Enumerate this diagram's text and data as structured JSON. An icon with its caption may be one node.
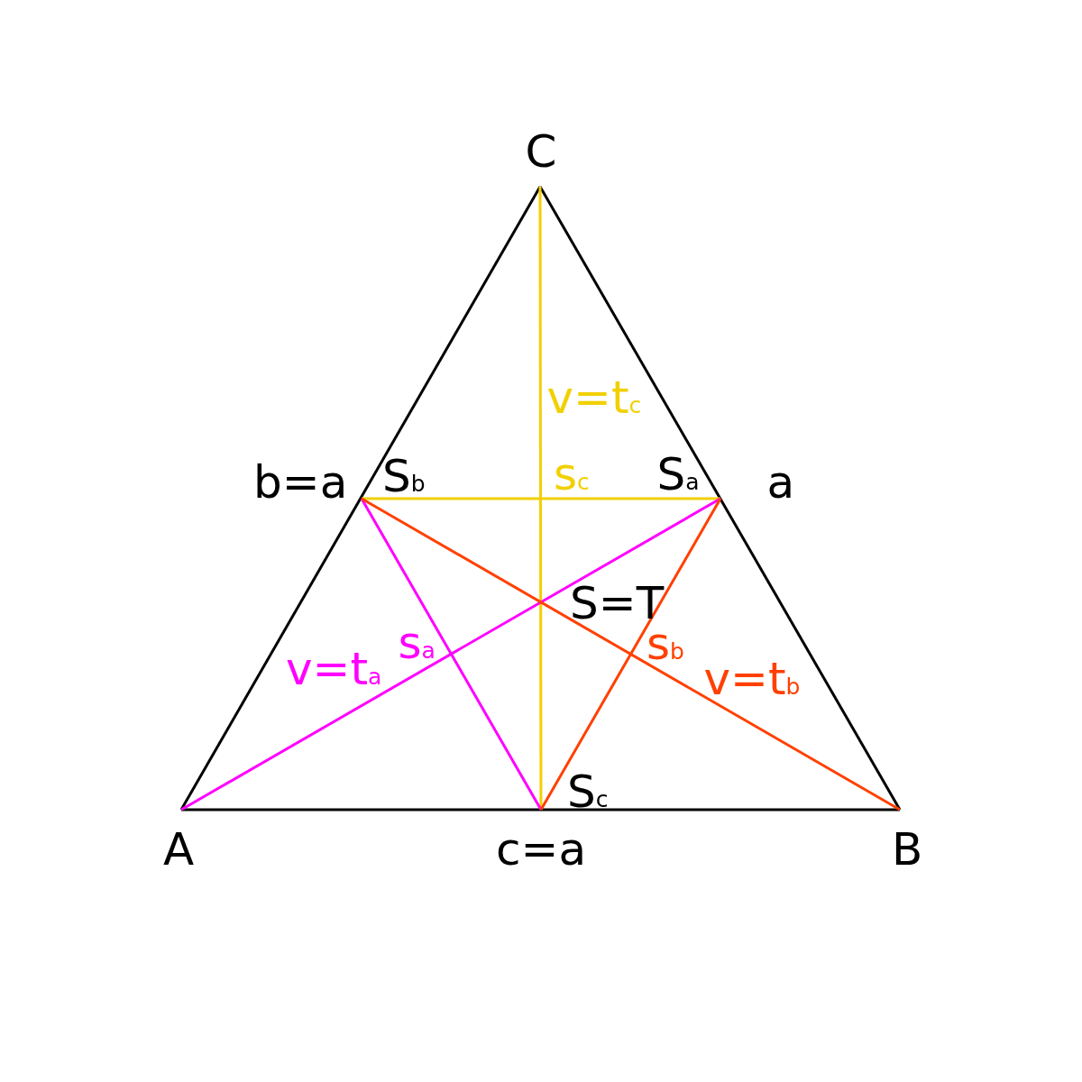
{
  "diagram": {
    "nodes": [
      {
        "text": [
          "C"
        ]
      },
      {
        "text": [
          "A"
        ]
      },
      {
        "text": [
          "B"
        ]
      },
      {
        "text": [
          "S$_{a}$"
        ]
      },
      {
        "text": [
          "S$_{b}$"
        ]
      },
      {
        "text": [
          "S$_{c}$"
        ]
      }
    ],
    "edges": [
      {
        "from": 1,
        "to": 2,
        "arrow": "none"
      },
      {
        "from": 2,
        "to": 0,
        "arrow": "none"
      },
      {
        "from": 0,
        "to": 1,
        "arrow": "none"
      },
      {
        "from": 0,
        "to": 5,
        "arrow": "none",
        "color": "#f2d000",
        "label": "v=t$_{c}$"
      },
      {
        "from": 4,
        "to": 3,
        "arrow": "none",
        "color": "#f2d000",
        "label": "s$_{c}$"
      },
      {
        "from": 1,
        "to": 3,
        "arrow": "none",
        "color": "#ff00ff",
        "label": "v=t$_{a}$"
      },
      {
        "from": 4,
        "to": 5,
        "arrow": "none",
        "color": "#ff00ff",
        "label": "s$_{a}$"
      },
      {
        "from": 2,
        "to": 4,
        "arrow": "none",
        "color": "#ff4000",
        "label": "v=t$_{b}$"
      },
      {
        "from": 3,
        "to": 5,
        "arrow": "none",
        "color": "#ff4000",
        "label": "s$_{b}$"
      }
    ],
    "labels": [
      "b=a",
      "a",
      "S=T",
      "c=a"
    ]
  }
}
